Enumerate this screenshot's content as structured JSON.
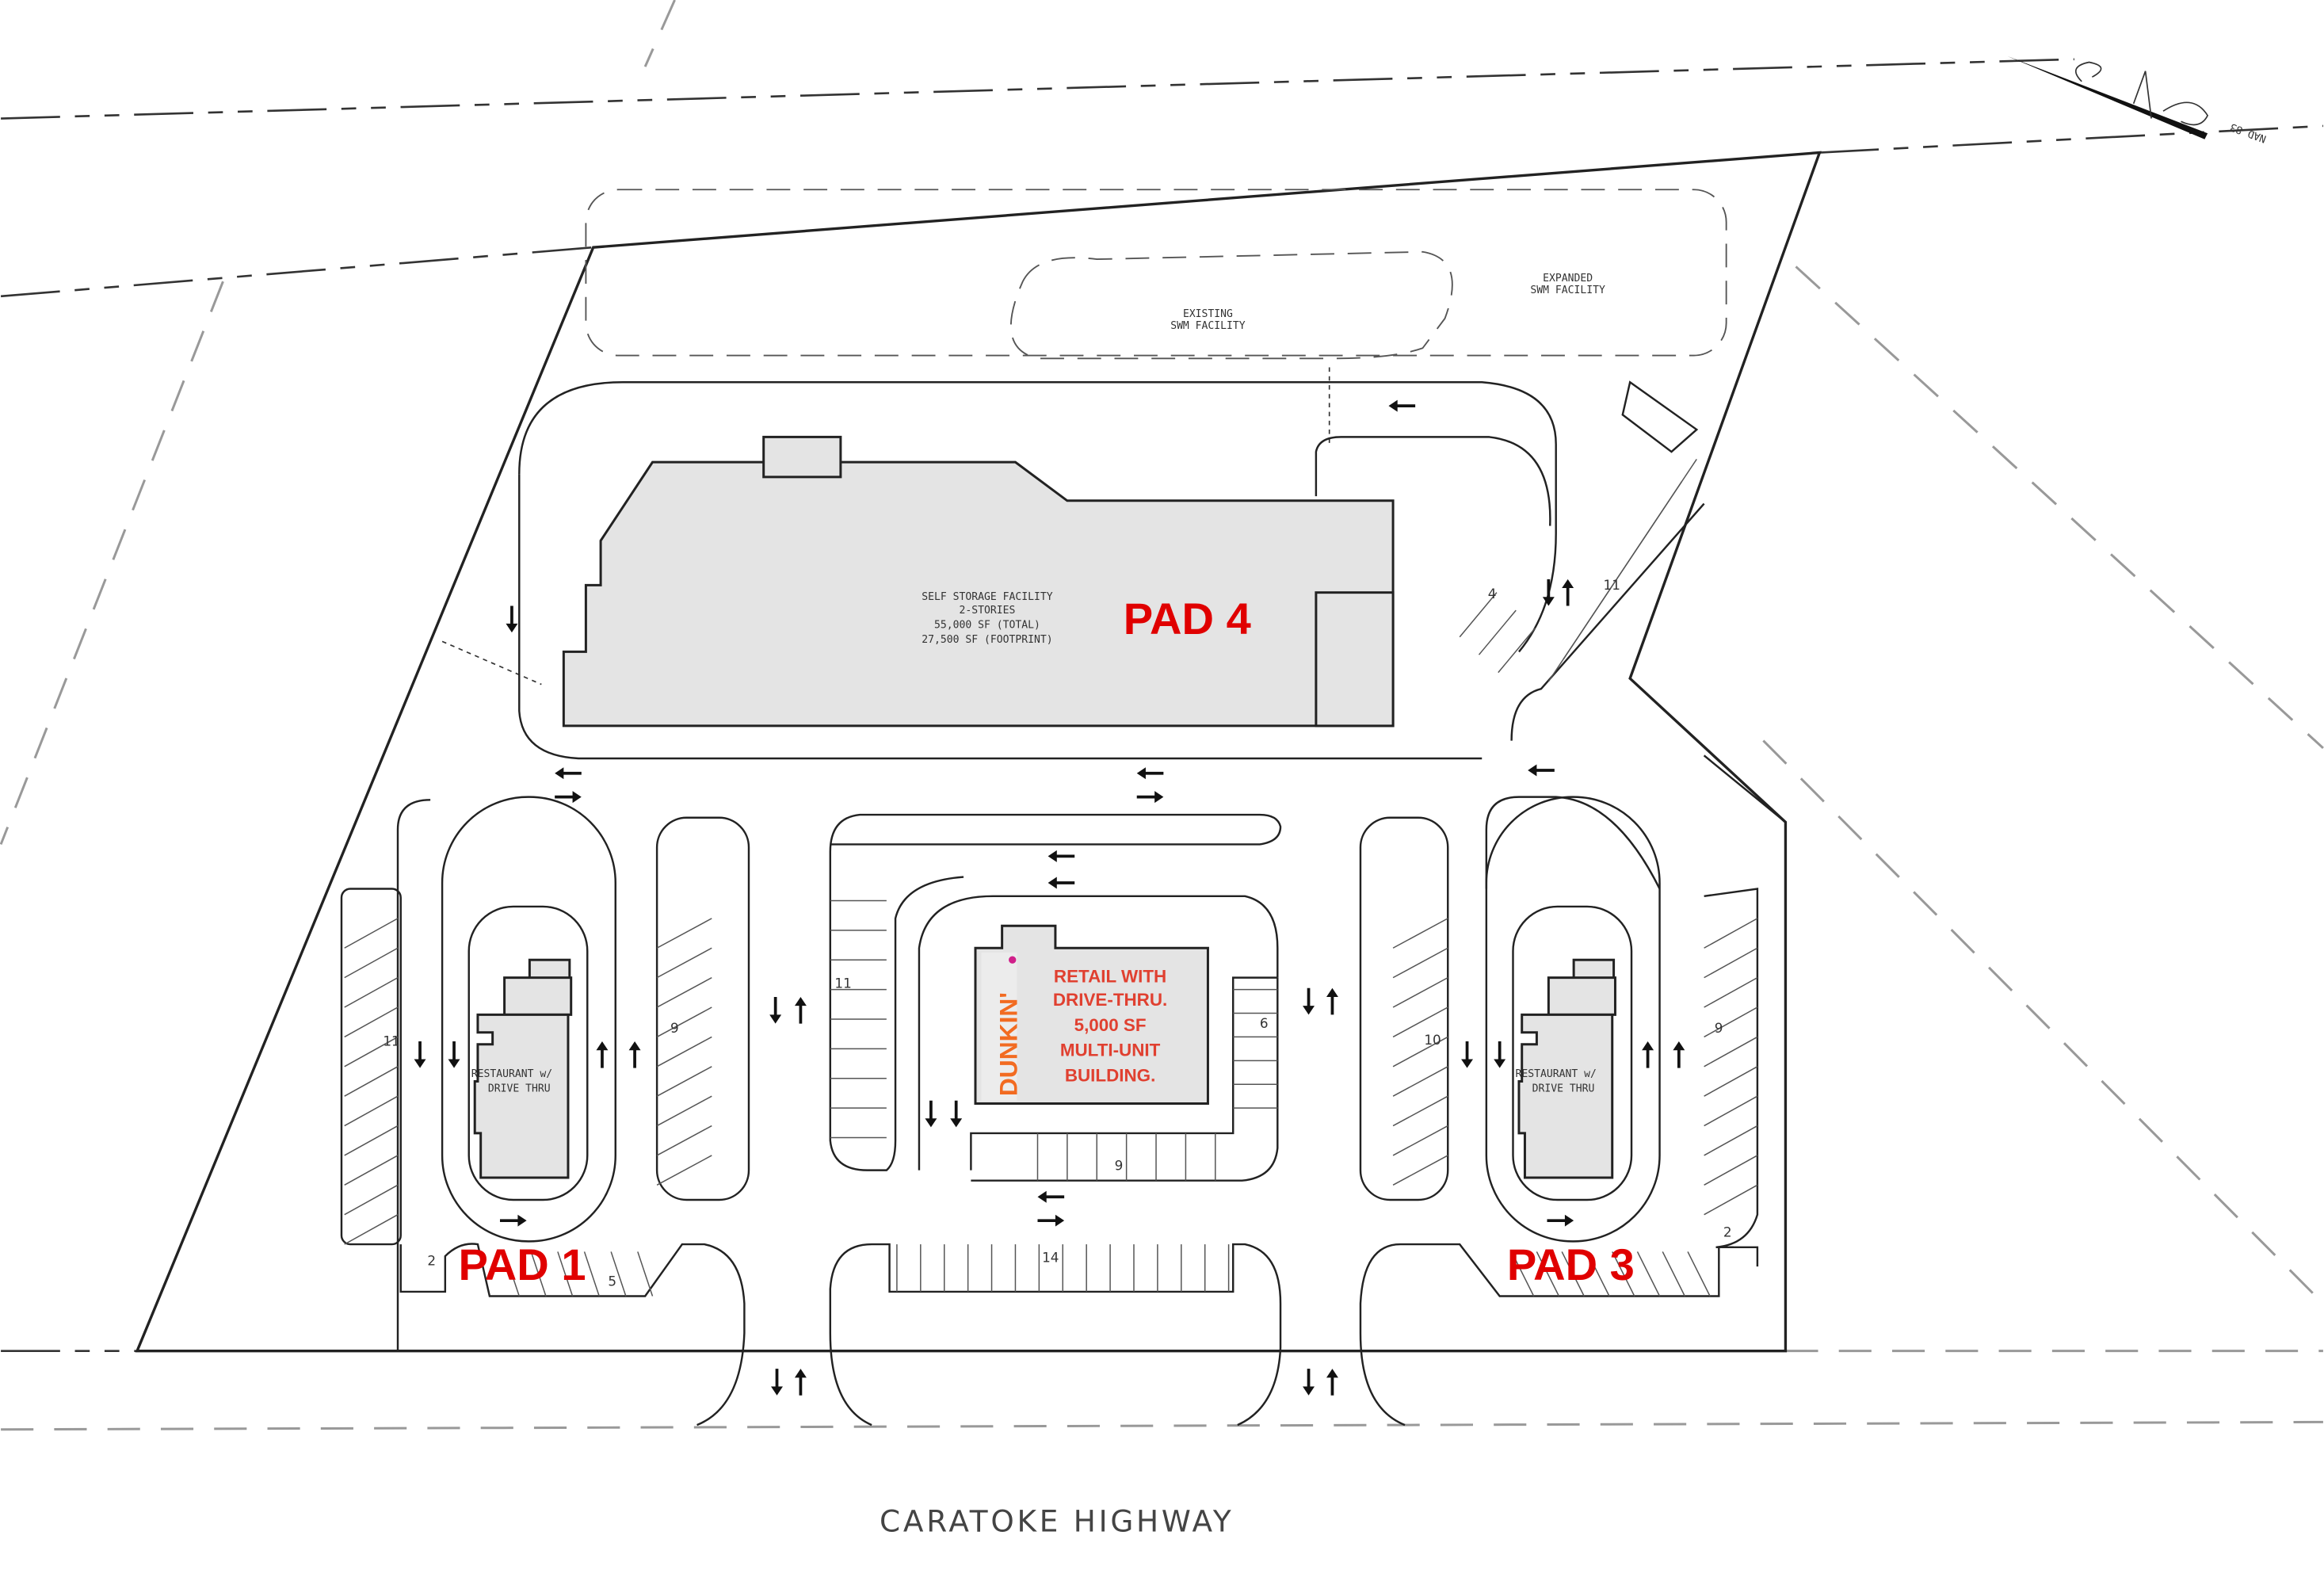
{
  "pads": {
    "pad1": "PAD 1",
    "pad3": "PAD 3",
    "pad4": "PAD 4"
  },
  "storage": {
    "line1": "SELF STORAGE FACILITY",
    "line2": "2-STORIES",
    "line3": "55,000 SF (TOTAL)",
    "line4": "27,500 SF (FOOTPRINT)"
  },
  "swm": {
    "existing1": "EXISTING",
    "existing2": "SWM FACILITY",
    "expanded1": "EXPANDED",
    "expanded2": "SWM FACILITY"
  },
  "retail": {
    "brand": "DUNKIN'",
    "lines": [
      "RETAIL WITH",
      "DRIVE-THRU.",
      "5,000 SF",
      "MULTI-UNIT",
      "BUILDING."
    ]
  },
  "restaurant": {
    "line1": "RESTAURANT w/",
    "line2": "DRIVE THRU"
  },
  "parking_counts": {
    "pad1_left": "11",
    "pad1_right": "9",
    "pad1_bottom_a": "2",
    "pad1_bottom_b": "5",
    "center_left": "11",
    "center_right": "6",
    "center_bottom": "9",
    "front_row": "14",
    "pad3_left": "10",
    "pad3_right": "9",
    "pad3_bottom": "2",
    "pad4_east_a": "4",
    "pad4_east_b": "11"
  },
  "north_arrow": {
    "datum": "NAD 83"
  },
  "road": {
    "name": "CARATOKE HIGHWAY"
  },
  "colors": {
    "pad_label": "#e00000",
    "retail_text": "#e04030",
    "brand": "#f26b21",
    "building_fill": "#e4e4e4"
  }
}
